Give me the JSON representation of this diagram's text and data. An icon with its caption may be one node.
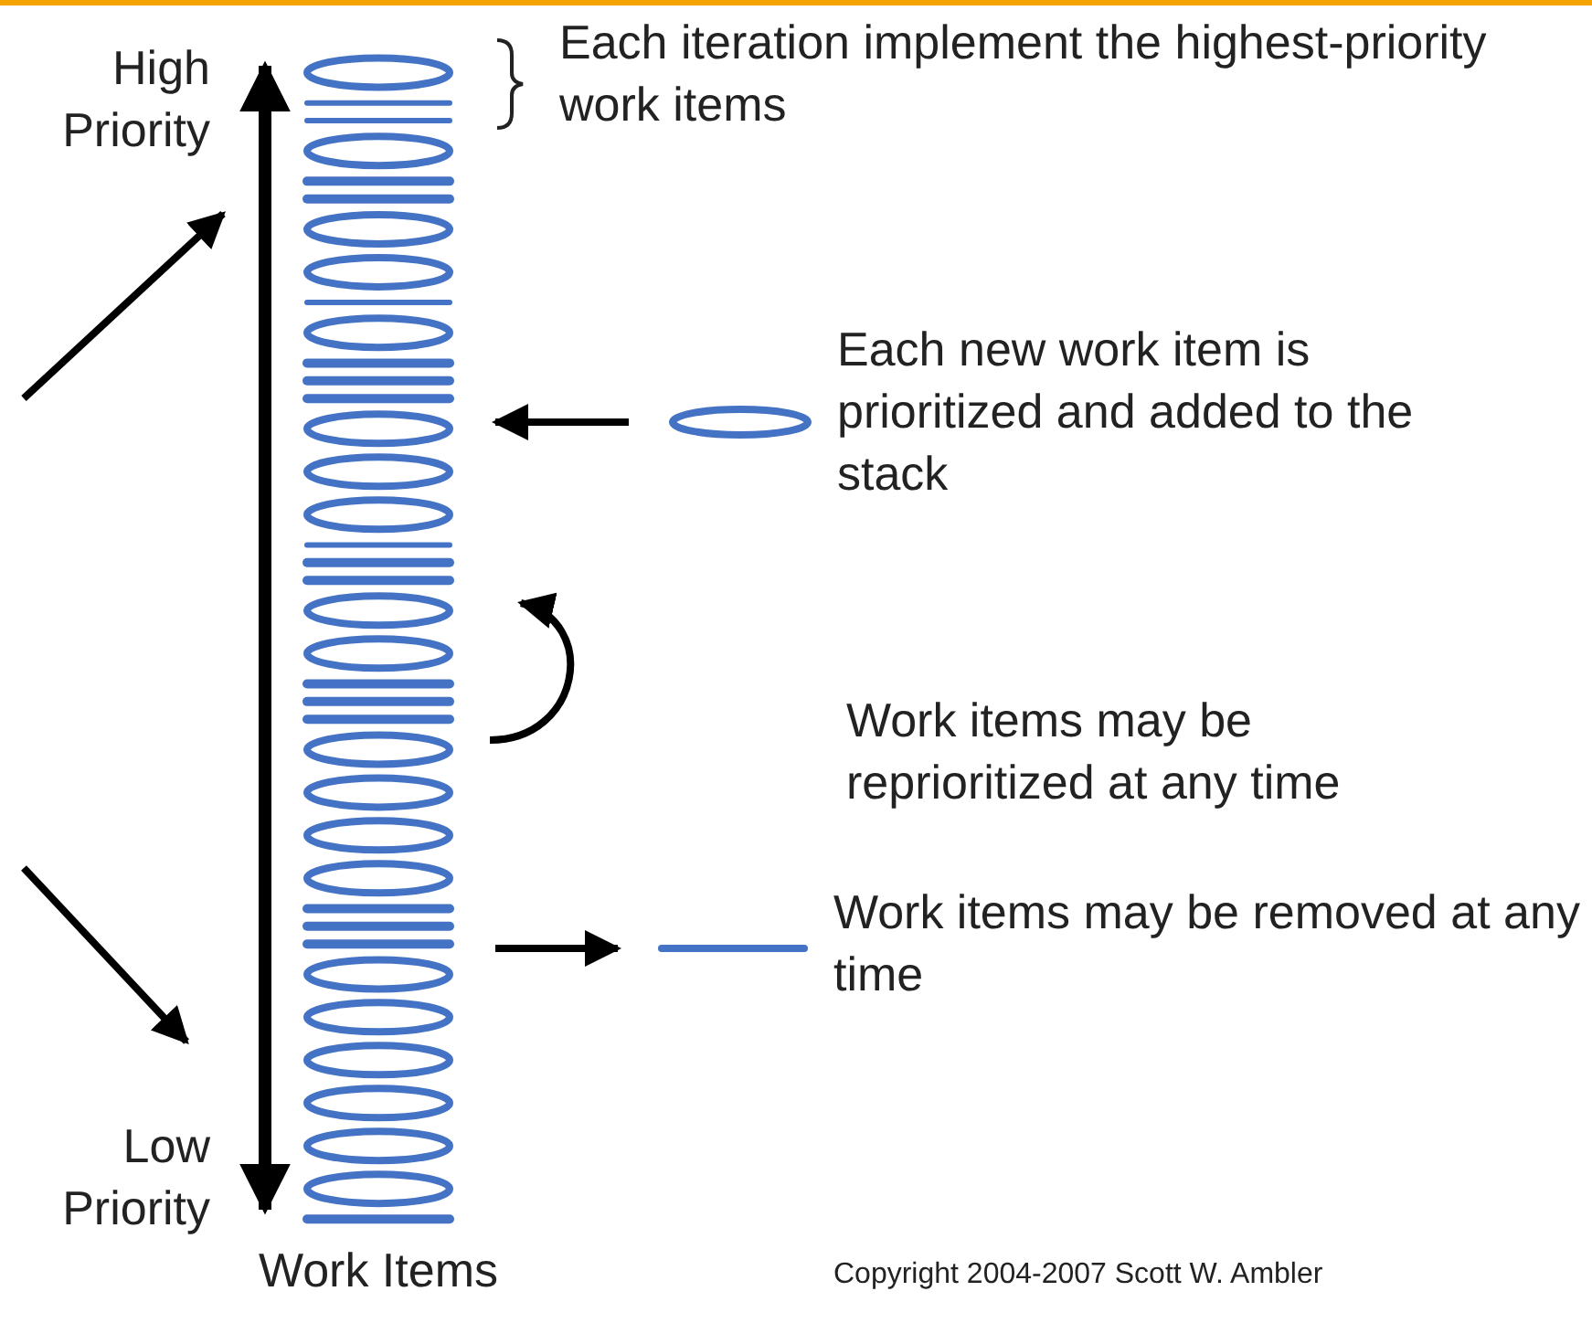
{
  "diagram": {
    "nodes": [
      {
        "text": [
          "Work Items"
        ]
      },
      {
        "text": [],
        "shape": "ellipse",
        "beside": [
          "Each new work item is prioritized and added to the stack"
        ]
      },
      {
        "text": [],
        "shape": "bar",
        "beside": [
          "Work items may be removed at any time"
        ]
      }
    ],
    "edges": [
      {
        "from": 1,
        "to": 0,
        "arrow": "to"
      },
      {
        "from": 0,
        "to": 0,
        "arrow": "to"
      },
      {
        "from": 0,
        "to": 2,
        "arrow": "to"
      }
    ],
    "labels": [
      "High Priority",
      "Each iteration implement the highest-priority work items",
      "Work items may be reprioritized at any time",
      "Low Priority",
      "Copyright 2004-2007 Scott W. Ambler"
    ]
  }
}
